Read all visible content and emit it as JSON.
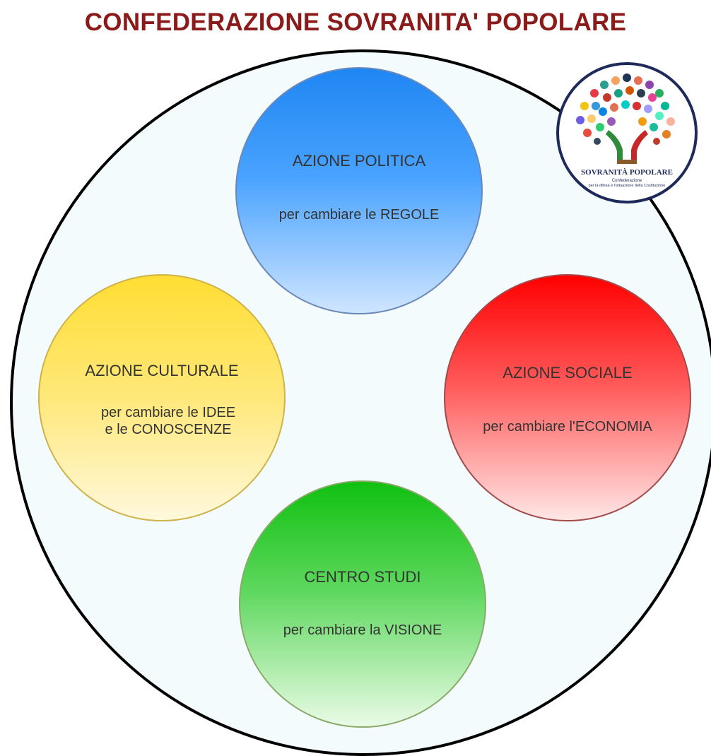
{
  "title": "CONFEDERAZIONE SOVRANITA' POPOLARE",
  "logo": {
    "name": "SOVRANITÀ POPOLARE",
    "line1": "Confederazione",
    "line2": "per la difesa e l'attuazione della Costituzione",
    "icon": "hands-tree-icon"
  },
  "nodes": {
    "politica": {
      "label": "AZIONE POLITICA",
      "sub": "per cambiare le REGOLE",
      "color": "#1f86f2"
    },
    "culturale": {
      "label": "AZIONE CULTURALE",
      "sub_line1": "per cambiare le IDEE",
      "sub_line2": "e le CONOSCENZE",
      "color": "#ffdd33"
    },
    "sociale": {
      "label": "AZIONE SOCIALE",
      "sub": "per cambiare l'ECONOMIA",
      "color": "#ff0000"
    },
    "studi": {
      "label": "CENTRO STUDI",
      "sub": "per cambiare la VISIONE",
      "color": "#10c010"
    }
  },
  "colors": {
    "title": "#8b1a1a",
    "outer_border": "#000000",
    "outer_fill": "#f3fbfd"
  }
}
